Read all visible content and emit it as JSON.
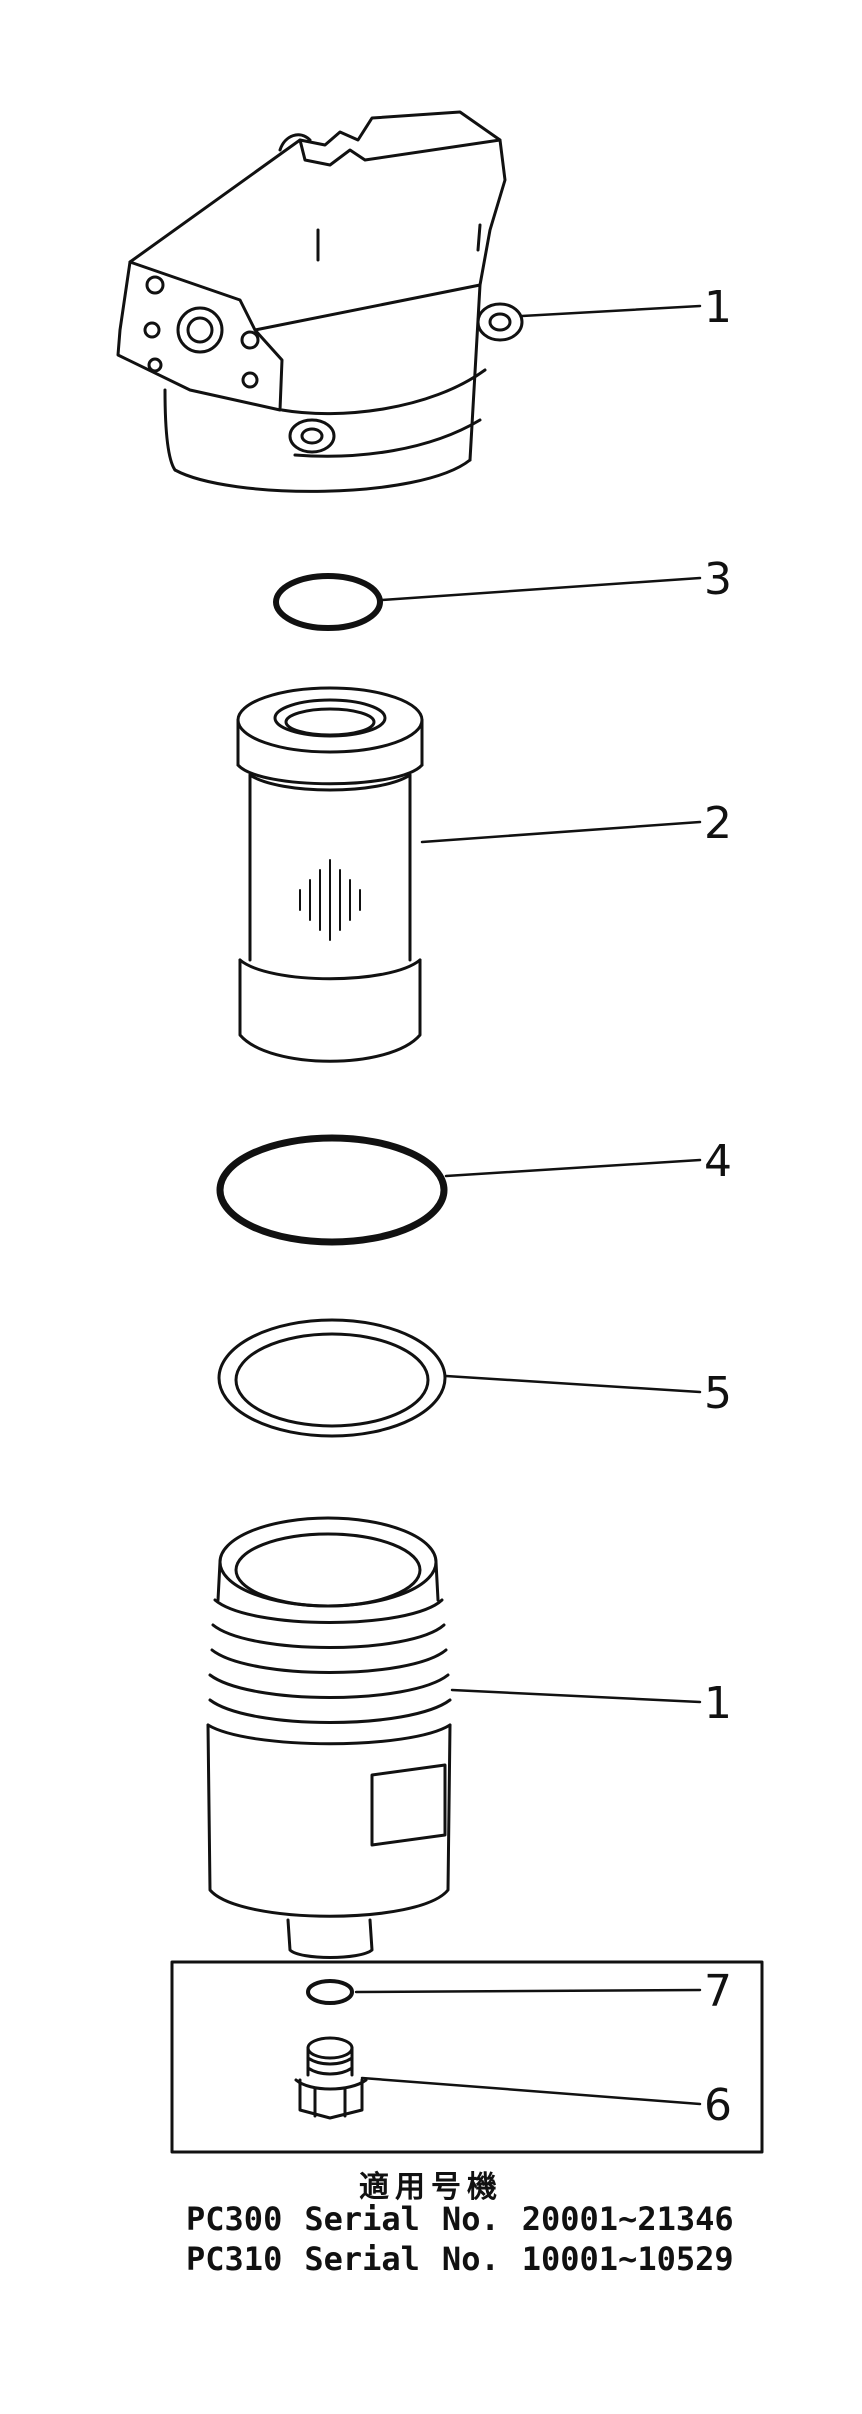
{
  "parts": [
    {
      "id": "housing",
      "label": "1"
    },
    {
      "id": "o-ring-small",
      "label": "3"
    },
    {
      "id": "filter-element",
      "label": "2"
    },
    {
      "id": "o-ring-large",
      "label": "4"
    },
    {
      "id": "ring-flat",
      "label": "5"
    },
    {
      "id": "bowl",
      "label": "1"
    },
    {
      "id": "o-ring-plug",
      "label": "7"
    },
    {
      "id": "drain-plug",
      "label": "6"
    }
  ],
  "footer": {
    "heading": "適用号機",
    "rows": [
      {
        "model": "PC300",
        "word": "Serial",
        "no": "No.",
        "range": "20001~21346"
      },
      {
        "model": "PC310",
        "word": "Serial",
        "no": "No.",
        "range": "10001~10529"
      }
    ]
  }
}
